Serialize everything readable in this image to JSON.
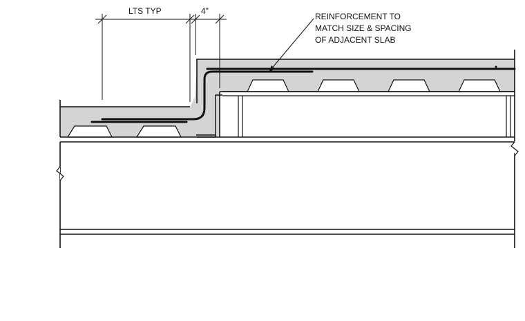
{
  "labels": {
    "lts_typ": "LTS TYP",
    "four_inch": "4\"",
    "note_line_1": "REINFORCEMENT TO",
    "note_line_2": "MATCH SIZE & SPACING",
    "note_line_3": "OF ADJACENT SLAB"
  },
  "colors": {
    "concrete_fill": "#d4d4d4",
    "line": "#111111",
    "background": "#ffffff"
  },
  "components": [
    "lower-slab",
    "upper-slab",
    "metal-deck-flutes",
    "rebar",
    "steel-beam",
    "dimension-lines",
    "leader-note"
  ]
}
